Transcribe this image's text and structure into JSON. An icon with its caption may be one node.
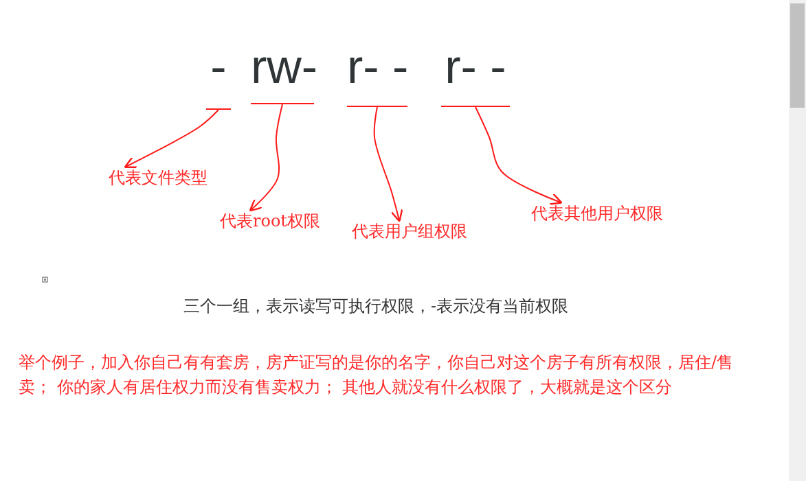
{
  "diagram": {
    "nodes": [
      {
        "text": [
          "-"
        ]
      },
      {
        "text": [
          "rw-"
        ]
      },
      {
        "text": [
          "r- -"
        ]
      },
      {
        "text": [
          "r- -"
        ]
      },
      {
        "text": [
          "代表文件类型"
        ]
      },
      {
        "text": [
          "代表root权限"
        ]
      },
      {
        "text": [
          "代表用户组权限"
        ]
      },
      {
        "text": [
          "代表其他用户权限"
        ]
      }
    ],
    "edges": [
      {
        "from": 0,
        "to": 4,
        "arrow": "to"
      },
      {
        "from": 1,
        "to": 5,
        "arrow": "to"
      },
      {
        "from": 2,
        "to": 6,
        "arrow": "to"
      },
      {
        "from": 3,
        "to": 7,
        "arrow": "to"
      }
    ],
    "labels": [
      "三个一组，表示读写可执行权限，-表示没有当前权限",
      "举个例子，加入你自己有有套房，房产证写的是你的名字，你自己对这个房子有所有权限，居住/售卖； 你的家人有居住权力而没有售卖权力； 其他人就没有什么权限了，大概就是这个区分"
    ]
  }
}
